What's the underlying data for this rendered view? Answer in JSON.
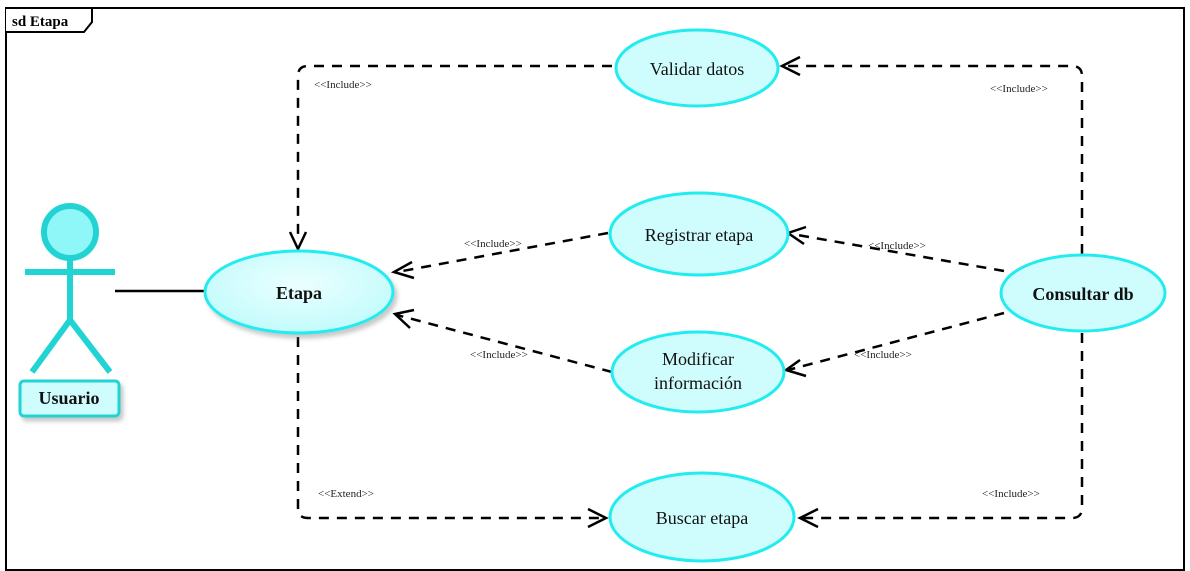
{
  "diagram": {
    "frame_title": "sd Etapa",
    "actor": {
      "label": "Usuario"
    },
    "use_cases": {
      "etapa": "Etapa",
      "validar": "Validar datos",
      "registrar": "Registrar etapa",
      "modificar_1": "Modificar",
      "modificar_2": "información",
      "buscar": "Buscar etapa",
      "consultar": "Consultar db"
    },
    "relations": {
      "include_validar_etapa": "<<Include>>",
      "include_consultar_validar": "<<Include>>",
      "include_registrar_etapa": "<<Include>>",
      "include_consultar_registrar": "<<Include>>",
      "include_modificar_etapa": "<<Include>>",
      "include_consultar_modificar": "<<Include>>",
      "extend_etapa_buscar": "<<Extend>>",
      "include_consultar_buscar": "<<Include>>"
    },
    "colors": {
      "usecase_fill": "#cffdfe",
      "usecase_stroke": "#22ecf0",
      "actor_stroke": "#22d3d3",
      "actor_head_fill": "#8ff7f7",
      "frame_stroke": "#000000"
    }
  }
}
